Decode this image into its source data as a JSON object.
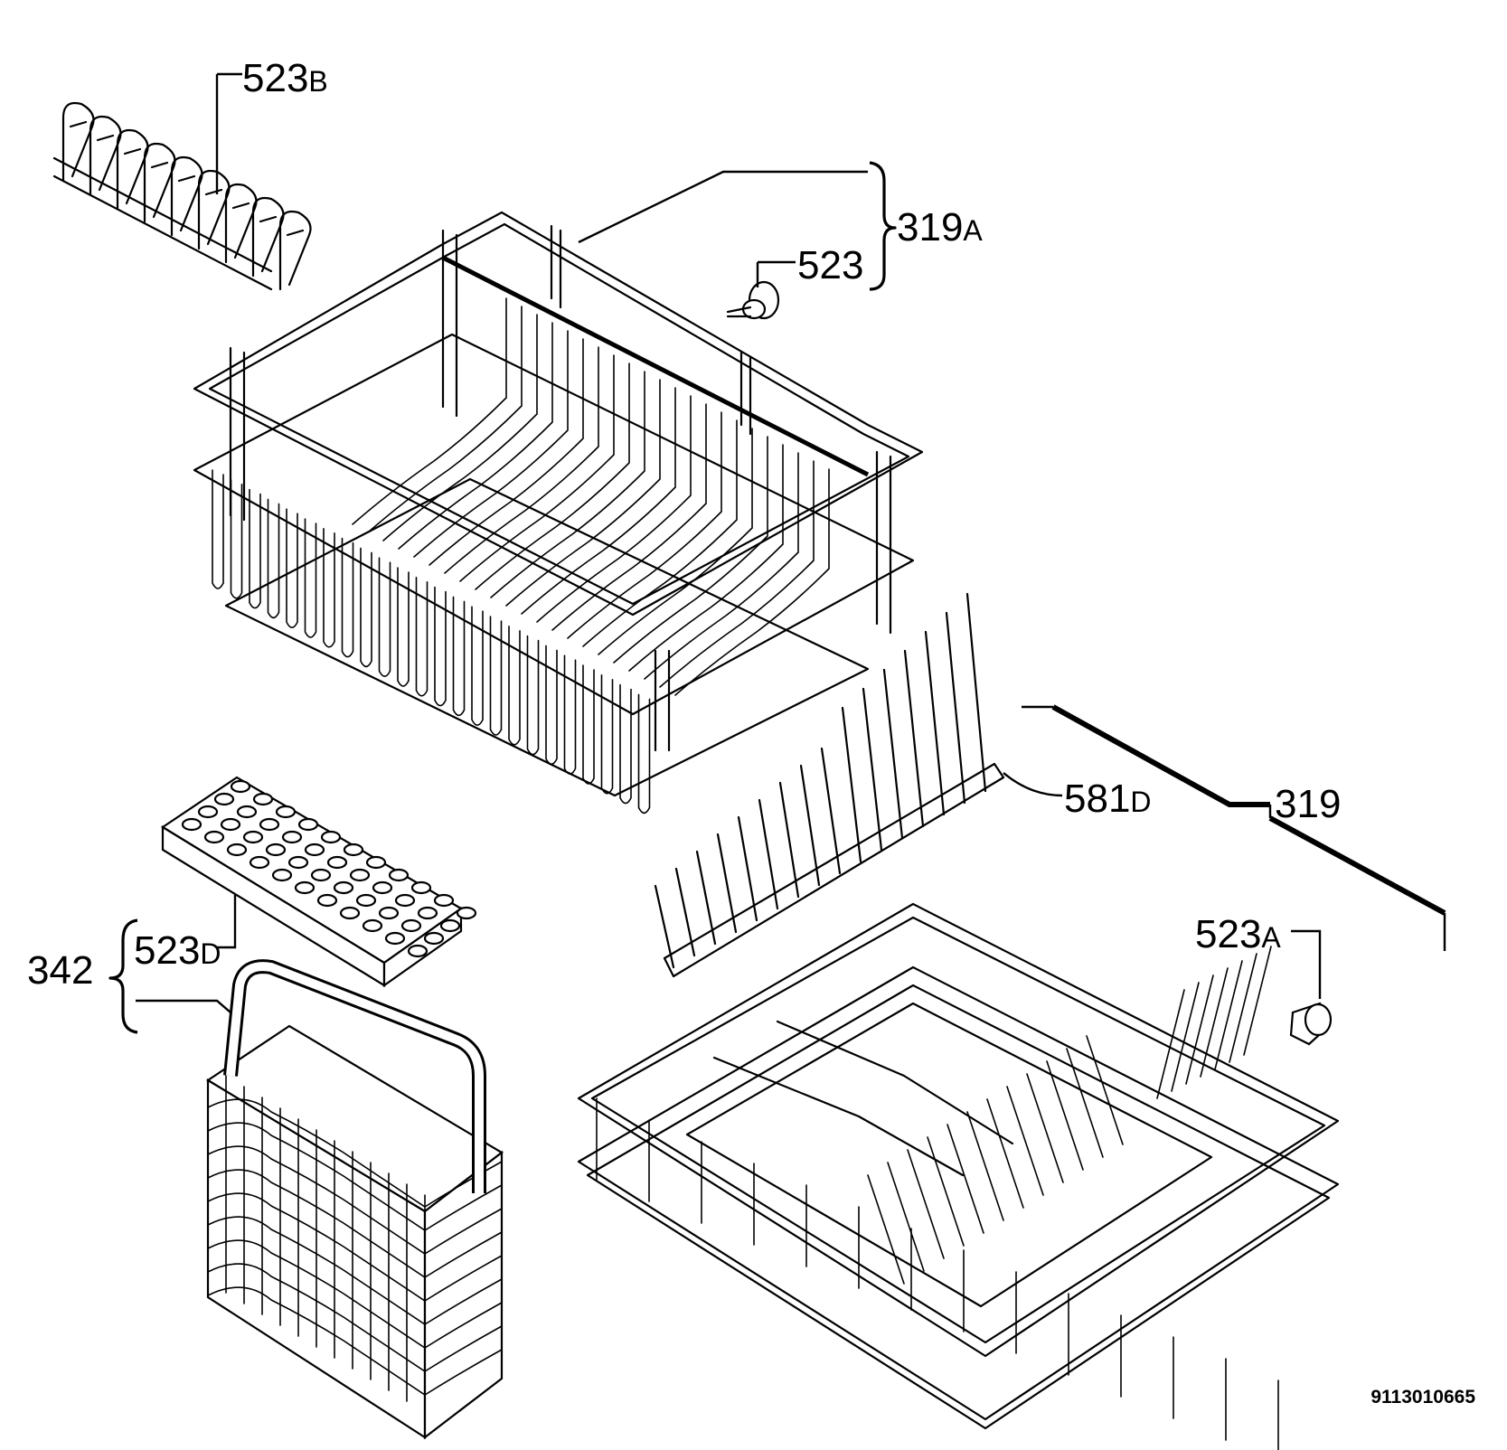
{
  "labels": {
    "p523b": {
      "main": "523",
      "suffix": "B"
    },
    "p319a": {
      "main": "319",
      "suffix": "A"
    },
    "p523": {
      "main": "523",
      "suffix": ""
    },
    "p581d": {
      "main": "581",
      "suffix": "D"
    },
    "p319": {
      "main": "319",
      "suffix": ""
    },
    "p523a": {
      "main": "523",
      "suffix": "A"
    },
    "p342": {
      "main": "342",
      "suffix": ""
    },
    "p523d": {
      "main": "523",
      "suffix": "D"
    }
  },
  "document_number": "9113010665"
}
